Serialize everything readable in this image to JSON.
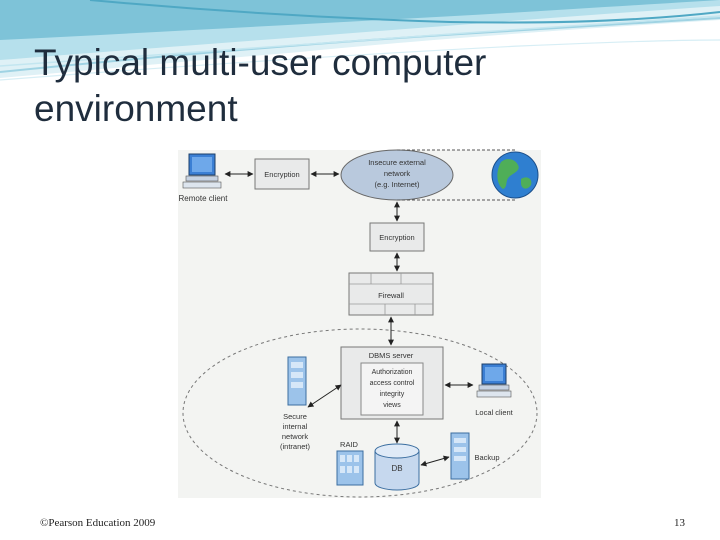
{
  "slide": {
    "title_line1": "Typical multi-user computer",
    "title_line2": "environment",
    "footer_left": "©Pearson Education 2009",
    "page_number": "13"
  },
  "diagram": {
    "remote_client": "Remote client",
    "encryption_top": "Encryption",
    "insecure_line1": "Insecure external",
    "insecure_line2": "network",
    "insecure_line3": "(e.g. Internet)",
    "encryption_mid": "Encryption",
    "firewall": "Firewall",
    "dbms_server": "DBMS server",
    "auth_line1": "Authorization",
    "auth_line2": "access control",
    "auth_line3": "integrity",
    "auth_line4": "views",
    "local_client": "Local client",
    "secure_line1": "Secure",
    "secure_line2": "internal",
    "secure_line3": "network",
    "secure_line4": "(intranet)",
    "raid": "RAID",
    "db": "DB",
    "backup": "Backup"
  },
  "colors": {
    "banner_light": "#dff1f6",
    "banner_mid": "#9fd3e3",
    "banner_dark": "#4fa8c4",
    "monitor_blue": "#3b7fd4",
    "device_blue": "#9cc3ea",
    "cloud_fill": "#b9c9dd",
    "globe": "#2f7fd0"
  }
}
